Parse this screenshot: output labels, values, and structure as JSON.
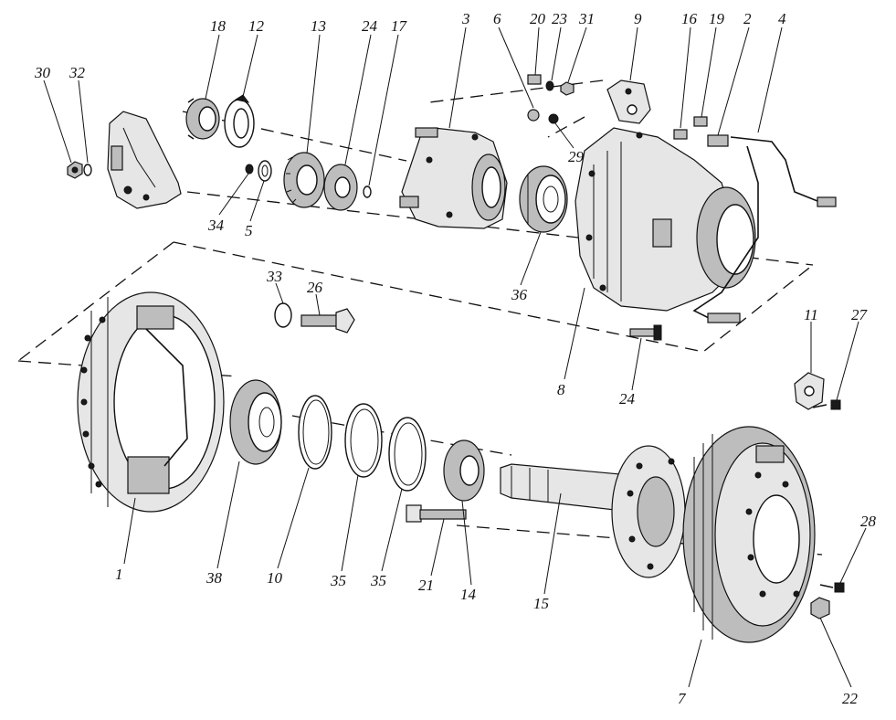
{
  "callouts": {
    "c30": "30",
    "c32": "32",
    "c18": "18",
    "c12": "12",
    "c13": "13",
    "c24a": "24",
    "c17": "17",
    "c3": "3",
    "c6": "6",
    "c20": "20",
    "c23": "23",
    "c31": "31",
    "c9": "9",
    "c16": "16",
    "c19": "19",
    "c2": "2",
    "c4": "4",
    "c29": "29",
    "c34": "34",
    "c5": "5",
    "c36": "36",
    "c33": "33",
    "c26": "26",
    "c8": "8",
    "c24b": "24",
    "c11": "11",
    "c27": "27",
    "c28": "28",
    "c1": "1",
    "c38": "38",
    "c10": "10",
    "c35a": "35",
    "c35b": "35",
    "c21": "21",
    "c14": "14",
    "c15": "15",
    "c7": "7",
    "c22": "22"
  }
}
